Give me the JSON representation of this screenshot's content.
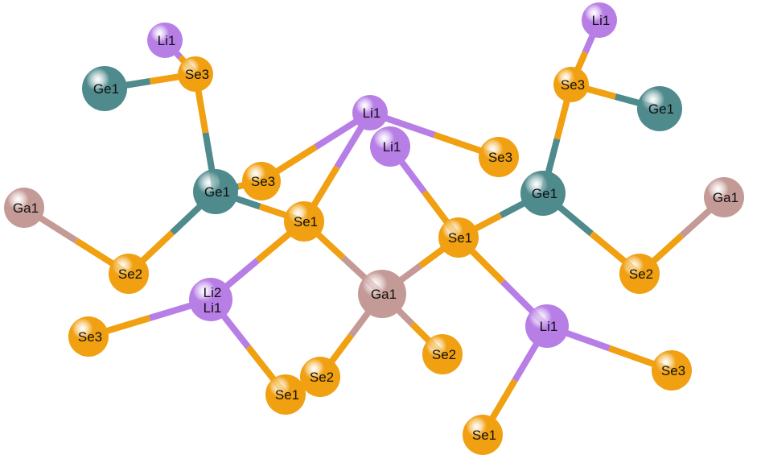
{
  "element_colors": {
    "Li": "#b77ee6",
    "Se": "#f0a010",
    "Ge": "#4f8a8c",
    "Ga": "#c49a96"
  },
  "atoms": [
    {
      "label": "Li1",
      "element": "Li"
    },
    {
      "label": "Se3",
      "element": "Se"
    },
    {
      "label": "Ge1",
      "element": "Ge"
    },
    {
      "label": "Ga1",
      "element": "Ga"
    },
    {
      "label": "Ge1",
      "element": "Ge"
    },
    {
      "label": "Se3",
      "element": "Se"
    },
    {
      "label": "Se2",
      "element": "Se"
    },
    {
      "label": "Li1",
      "element": "Li"
    },
    {
      "label": "Li1",
      "element": "Li"
    },
    {
      "label": "Se1",
      "element": "Se"
    },
    {
      "label": "Li2",
      "element": "Li",
      "label2": "Li1"
    },
    {
      "label": "Se3",
      "element": "Se"
    },
    {
      "label": "Se1",
      "element": "Se"
    },
    {
      "label": "Se2",
      "element": "Se"
    },
    {
      "label": "Ga1",
      "element": "Ga"
    },
    {
      "label": "Se2",
      "element": "Se"
    },
    {
      "label": "Se1",
      "element": "Se"
    },
    {
      "label": "Se3",
      "element": "Se"
    },
    {
      "label": "Ge1",
      "element": "Ge"
    },
    {
      "label": "Li1",
      "element": "Li"
    },
    {
      "label": "Se3",
      "element": "Se"
    },
    {
      "label": "Ge1",
      "element": "Ge"
    },
    {
      "label": "Ga1",
      "element": "Ga"
    },
    {
      "label": "Se2",
      "element": "Se"
    },
    {
      "label": "Li1",
      "element": "Li"
    },
    {
      "label": "Se3",
      "element": "Se"
    },
    {
      "label": "Se1",
      "element": "Se"
    }
  ],
  "bonds": [
    [
      0,
      1
    ],
    [
      2,
      1
    ],
    [
      1,
      4
    ],
    [
      4,
      6
    ],
    [
      6,
      3
    ],
    [
      4,
      9
    ],
    [
      4,
      5
    ],
    [
      5,
      7
    ],
    [
      7,
      17
    ],
    [
      7,
      9
    ],
    [
      8,
      16
    ],
    [
      9,
      14
    ],
    [
      16,
      14
    ],
    [
      16,
      18
    ],
    [
      18,
      20
    ],
    [
      20,
      19
    ],
    [
      20,
      21
    ],
    [
      18,
      23
    ],
    [
      23,
      22
    ],
    [
      16,
      24
    ],
    [
      24,
      25
    ],
    [
      24,
      26
    ],
    [
      14,
      15
    ],
    [
      14,
      13
    ],
    [
      9,
      10
    ],
    [
      10,
      11
    ],
    [
      10,
      12
    ]
  ]
}
